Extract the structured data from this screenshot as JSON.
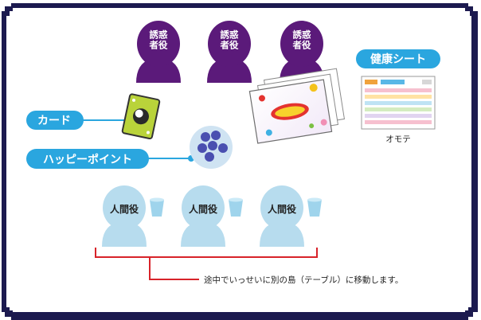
{
  "labels": {
    "tempter_role": "誘惑\n者役",
    "human_role": "人間役",
    "card": "カード",
    "happy_points": "ハッピーポイント",
    "health_sheet": "健康シート",
    "sheet_front": "オモテ",
    "move_note": "途中でいっせいに別の島（テーブル）に移動します。"
  },
  "colors": {
    "frame": "#1c1a4f",
    "tempter_purple": "#5b1a7a",
    "human_blue": "#b7dcee",
    "label_blue": "#2aa6df",
    "label_text": "#ffffff",
    "bracket_red": "#d8232a",
    "point_bubble": "#cfe3f2",
    "point_dot": "#4a4fb0",
    "card_green": "#b9d33a",
    "cup_blue": "#9fd4ec"
  },
  "icons": {
    "tempter": "person-silhouette-icon",
    "human": "person-silhouette-icon",
    "cup": "cup-icon",
    "card": "game-card-icon",
    "points": "token-cluster-icon",
    "health_sheet": "sheet-icon",
    "game_board": "board-sheet-icon"
  },
  "counts": {
    "tempters": 3,
    "humans": 3,
    "happy_point_tokens": 6
  }
}
